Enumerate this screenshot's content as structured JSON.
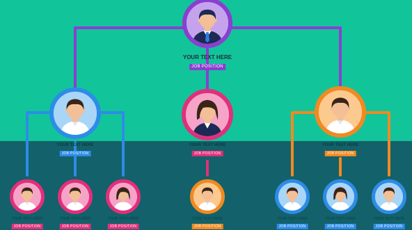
{
  "colors": {
    "background_top": "#12c49a",
    "background_bottom": "#13616a",
    "purple": "#8a3fd0",
    "blue": "#2d8ce8",
    "pink": "#e0307b",
    "orange": "#f08a22",
    "avatar_purple_fill": "#c4a3ec",
    "avatar_blue_fill": "#a9d6f7",
    "avatar_pink_fill": "#f6a3c8",
    "avatar_orange_fill": "#fcc98e",
    "skin": "#f2bf97",
    "hair_dark": "#3a2418",
    "suit_navy": "#1c2a55",
    "shirt_white": "#ffffff",
    "tie_blue": "#2f7de0"
  },
  "top": {
    "name": "YOUR TEXT HERE",
    "position": "JOB POSITION",
    "icon": "businessman-icon"
  },
  "level2": [
    {
      "name": "YOUR TEXT HERE",
      "position": "JOB POSITION",
      "icon": "man-casual-icon"
    },
    {
      "name": "YOUR TEXT HERE",
      "position": "JOB POSITION",
      "icon": "businesswoman-icon"
    },
    {
      "name": "YOUR TEXT HERE",
      "position": "JOB POSITION",
      "icon": "man-casual-icon"
    }
  ],
  "level3": [
    {
      "name": "YOUR TEXT HERE",
      "position": "JOB POSITION",
      "icon": "man-icon"
    },
    {
      "name": "YOUR TEXT HERE",
      "position": "JOB POSITION",
      "icon": "man-icon"
    },
    {
      "name": "YOUR TEXT HERE",
      "position": "JOB POSITION",
      "icon": "woman-icon"
    },
    {
      "name": "YOUR TEXT HERE",
      "position": "JOB POSITION",
      "icon": "man-icon"
    },
    {
      "name": "YOUR TEXT HERE",
      "position": "JOB POSITION",
      "icon": "man-icon"
    },
    {
      "name": "YOUR TEXT HERE",
      "position": "JOB POSITION",
      "icon": "woman-icon"
    },
    {
      "name": "YOUR TEXT HERE",
      "position": "JOB POSITION",
      "icon": "man-icon"
    }
  ]
}
